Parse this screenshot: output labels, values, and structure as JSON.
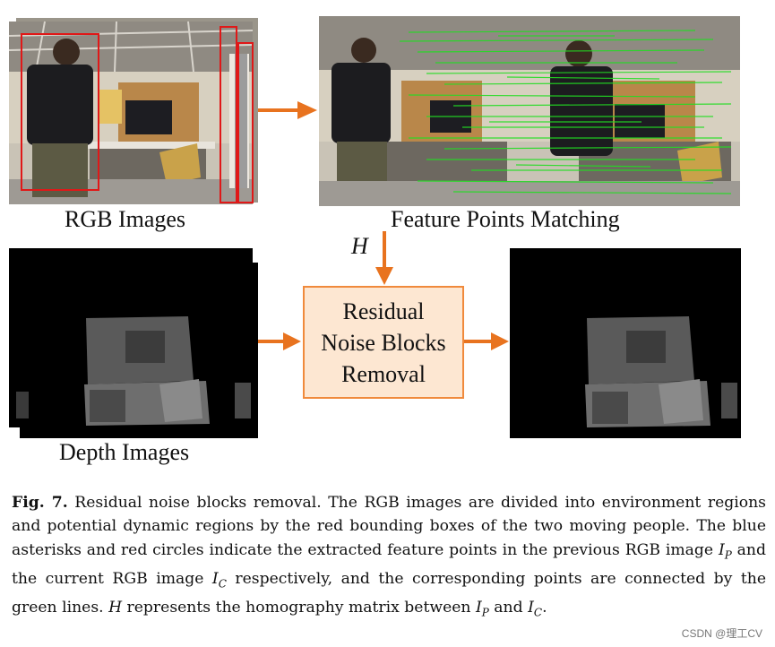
{
  "figure": {
    "rgb_label": "RGB Images",
    "matching_label": "Feature Points Matching",
    "depth_label": "Depth Images",
    "homography_symbol": "H",
    "process_box": [
      "Residual",
      "Noise Blocks",
      "Removal"
    ]
  },
  "caption": {
    "fig_label": "Fig. 7.",
    "text_1": " Residual noise blocks removal. The RGB images are divided into environment regions and potential dynamic regions by the red bounding boxes of the two moving people. The blue asterisks and red circles indicate the extracted feature points in the previous RGB image ",
    "ip_base": "I",
    "ip_sub": "P",
    "text_2": " and the current RGB image ",
    "ic_base": "I",
    "ic_sub": "C",
    "text_3": " respectively, and the corresponding points are connected by the green lines. ",
    "h_symbol": "H",
    "text_4": " represents the homography matrix between ",
    "ip2_base": "I",
    "ip2_sub": "P",
    "text_5": " and ",
    "ic2_base": "I",
    "ic2_sub": "C",
    "text_6": "."
  },
  "watermark": "CSDN @理工CV",
  "colors": {
    "arrow": "#e8731f",
    "box_fill": "#fde7d2",
    "box_border": "#f08a3c",
    "bbox_red": "#e01818",
    "match_green": "#22dd22"
  }
}
